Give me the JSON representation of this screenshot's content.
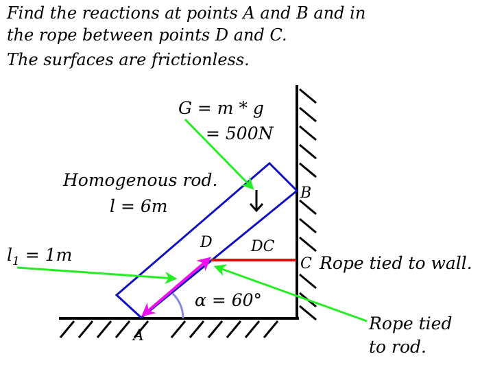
{
  "problem": {
    "line1": "Find the reactions at points A and B and in",
    "line2": "the rope between points D and C.",
    "line3": "The surfaces are frictionless."
  },
  "weight": {
    "line1": "G = m * g",
    "line2": "= 500N"
  },
  "rod": {
    "name": "Homogenous rod.",
    "length": "l = 6m"
  },
  "l1": {
    "label": "l",
    "subscript": "1",
    "value": " = 1m"
  },
  "angle": "α = 60°",
  "points": {
    "A": "A",
    "B": "B",
    "C": "C",
    "D": "D",
    "DC": "DC"
  },
  "notes": {
    "wall_rope": "Rope tied to wall.",
    "rod_rope_line1": "Rope tied",
    "rod_rope_line2": "to rod."
  },
  "colors": {
    "rod": "#1010c0",
    "rope": "#e01010",
    "annotation": "#22ee22",
    "dimension": "#ee11ee",
    "angle_arc": "#8888dd",
    "structure": "#000000"
  }
}
